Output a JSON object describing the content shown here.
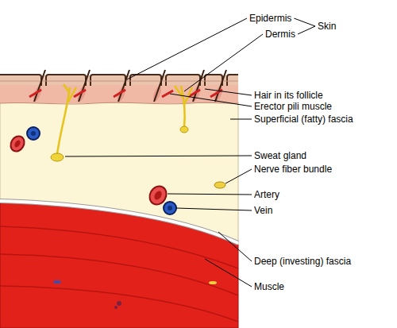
{
  "diagram": {
    "labels": [
      "Epidermis",
      "Dermis",
      "Skin",
      "Hair in its follicle",
      "Erector pili muscle",
      "Superficial (fatty) fascia",
      "Sweat gland",
      "Nerve fiber bundle",
      "Artery",
      "Vein",
      "Deep (investing) fascia",
      "Muscle"
    ]
  }
}
